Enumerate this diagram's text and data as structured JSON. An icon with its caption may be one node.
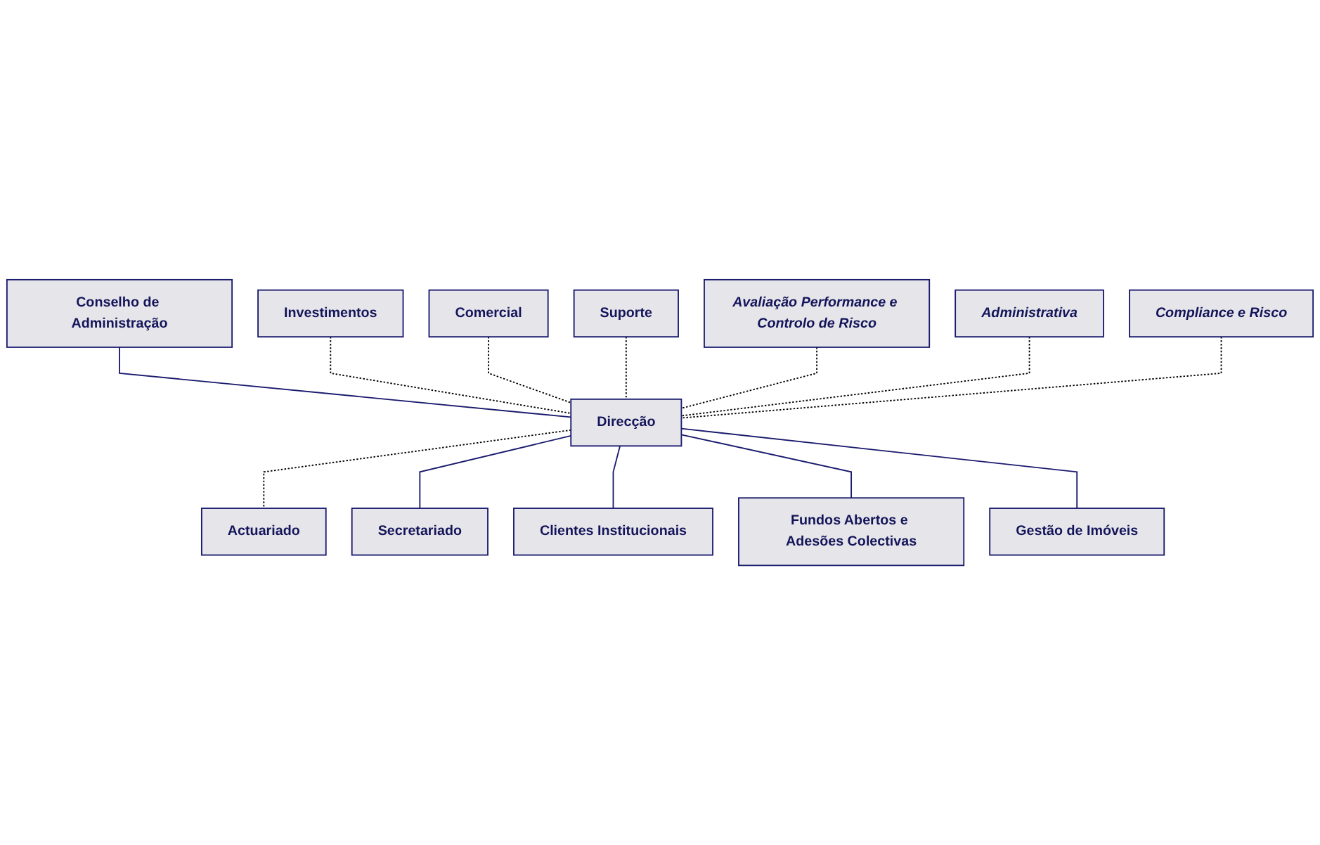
{
  "diagram": {
    "nodes": [
      {
        "text": [
          "Conselho de Administração"
        ]
      },
      {
        "text": [
          "Investimentos"
        ]
      },
      {
        "text": [
          "Comercial"
        ]
      },
      {
        "text": [
          "Suporte"
        ]
      },
      {
        "text": [
          "Avaliação Performance e Controlo de Risco"
        ]
      },
      {
        "text": [
          "Administrativa"
        ]
      },
      {
        "text": [
          "Compliance e Risco"
        ]
      },
      {
        "text": [
          "Direcção"
        ]
      },
      {
        "text": [
          "Actuariado"
        ]
      },
      {
        "text": [
          "Secretariado"
        ]
      },
      {
        "text": [
          "Clientes Institucionais"
        ]
      },
      {
        "text": [
          "Fundos Abertos e Adesões Colectivas"
        ]
      },
      {
        "text": [
          "Gestão de Imóveis"
        ]
      }
    ],
    "edges": [
      {
        "from": 0,
        "to": 7,
        "arrow": "none",
        "color": "#1a1a6e"
      },
      {
        "from": 1,
        "to": 7,
        "arrow": "none",
        "style": "dashed"
      },
      {
        "from": 2,
        "to": 7,
        "arrow": "none",
        "style": "dashed"
      },
      {
        "from": 3,
        "to": 7,
        "arrow": "none",
        "style": "dashed"
      },
      {
        "from": 4,
        "to": 7,
        "arrow": "none",
        "style": "dashed"
      },
      {
        "from": 5,
        "to": 7,
        "arrow": "none",
        "style": "dashed"
      },
      {
        "from": 6,
        "to": 7,
        "arrow": "none",
        "style": "dashed"
      },
      {
        "from": 7,
        "to": 8,
        "arrow": "none",
        "style": "dashed"
      },
      {
        "from": 7,
        "to": 9,
        "arrow": "none",
        "color": "#1a1a6e"
      },
      {
        "from": 7,
        "to": 10,
        "arrow": "none",
        "color": "#1a1a6e"
      },
      {
        "from": 7,
        "to": 11,
        "arrow": "none",
        "color": "#1a1a6e"
      },
      {
        "from": 7,
        "to": 12,
        "arrow": "none",
        "color": "#1a1a6e"
      }
    ]
  }
}
